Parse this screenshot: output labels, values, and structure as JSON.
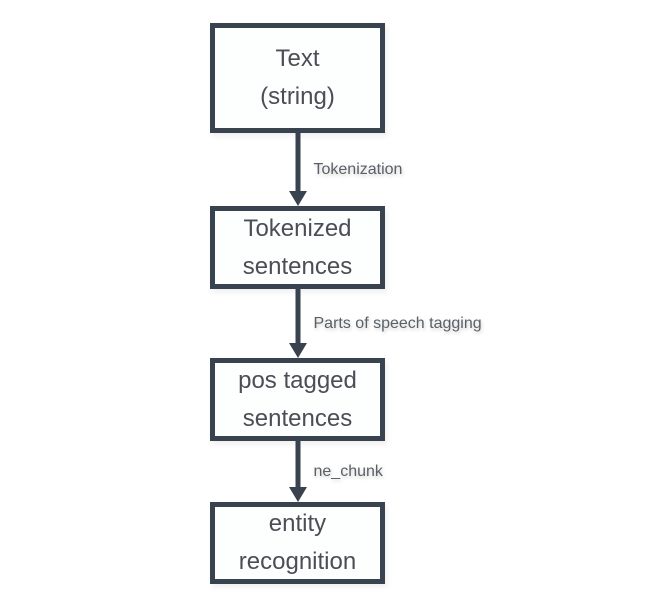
{
  "colors": {
    "canvas-bg": "#ffffff",
    "node-border": "#39434f",
    "node-bg": "#fdfefe",
    "node-text": "#4a4f55",
    "edge-line": "#39434f",
    "edge-label-text": "#5a6067"
  },
  "diagram": {
    "type": "flowchart",
    "direction": "top-to-bottom",
    "nodes": [
      {
        "id": "text-string",
        "label": "Text\n(string)"
      },
      {
        "id": "tokenized-sentences",
        "label": "Tokenized\nsentences"
      },
      {
        "id": "pos-tagged-sentences",
        "label": "pos tagged\nsentences"
      },
      {
        "id": "entity-recognition",
        "label": "entity\nrecognition"
      }
    ],
    "edges": [
      {
        "from": "text-string",
        "to": "tokenized-sentences",
        "label": "Tokenization"
      },
      {
        "from": "tokenized-sentences",
        "to": "pos-tagged-sentences",
        "label": "Parts of speech tagging"
      },
      {
        "from": "pos-tagged-sentences",
        "to": "entity-recognition",
        "label": "ne_chunk"
      }
    ]
  }
}
